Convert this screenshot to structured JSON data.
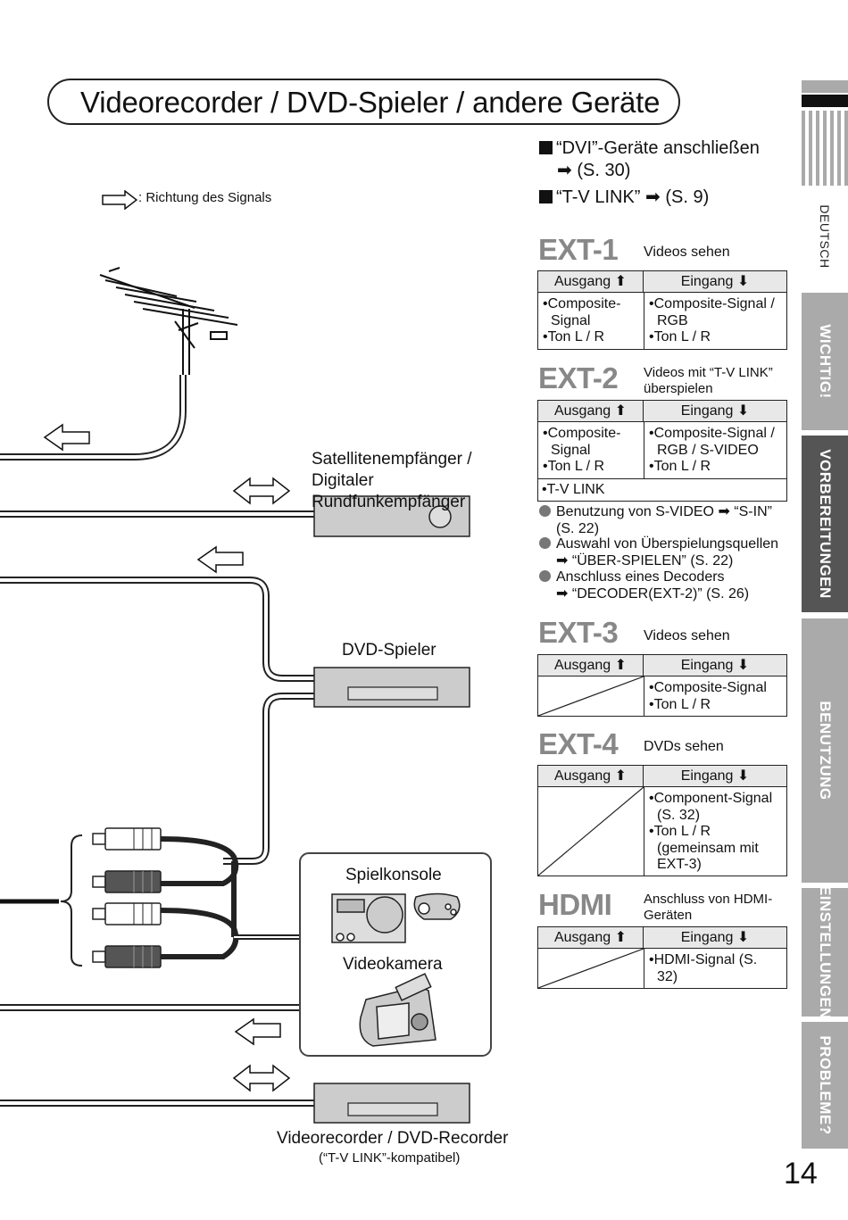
{
  "title": "Videorecorder / DVD-Spieler / andere Geräte",
  "signal_legend": ": Richtung des Signals",
  "refs": {
    "dvi_1": "“DVI”-Geräte anschließen",
    "dvi_2": "(S. 30)",
    "tvlink_1": "“T-V LINK”",
    "tvlink_2": "(S. 9)"
  },
  "devices": {
    "sat": "Satellitenempfänger / Digitaler Rundfunkempfänger",
    "dvd": "DVD-Spieler",
    "console": "Spielkonsole",
    "camera": "Videokamera",
    "recorder": "Videorecorder / DVD-Recorder",
    "recorder_note": "(“T-V LINK”-kompatibel)"
  },
  "table_headers": {
    "out": "Ausgang",
    "in": "Eingang"
  },
  "ext1": {
    "name": "EXT-1",
    "desc": "Videos sehen",
    "out": [
      "Composite-Signal",
      "Ton L / R"
    ],
    "in": [
      "Composite-Signal / RGB",
      "Ton L / R"
    ]
  },
  "ext2": {
    "name": "EXT-2",
    "desc": "Videos mit “T-V LINK” überspielen",
    "out": [
      "Composite-Signal",
      "Ton L / R"
    ],
    "in": [
      "Composite-Signal / RGB / S-VIDEO",
      "Ton L / R"
    ],
    "extra": "T-V LINK",
    "notes": [
      {
        "a": "Benutzung von S-VIDEO",
        "b": "“S-IN”",
        "c": "(S. 22)"
      },
      {
        "a": "Auswahl von Überspielungsquellen",
        "b": "“ÜBER-SPIELEN” (S. 22)"
      },
      {
        "a": "Anschluss eines Decoders",
        "b": "“DECODER(EXT-2)” (S. 26)"
      }
    ]
  },
  "ext3": {
    "name": "EXT-3",
    "desc": "Videos sehen",
    "in": [
      "Composite-Signal",
      "Ton L / R"
    ]
  },
  "ext4": {
    "name": "EXT-4",
    "desc": "DVDs sehen",
    "in": [
      "Component-Signal (S. 32)",
      "Ton L / R (gemeinsam mit EXT-3)"
    ]
  },
  "hdmi": {
    "name": "HDMI",
    "desc": "Anschluss von HDMI-Geräten",
    "in": [
      "HDMI-Signal (S. 32)"
    ]
  },
  "tabs": {
    "deutsch": "DEUTSCH",
    "wichtig": "WICHTIG!",
    "vorbereitungen": "VORBEREITUNGEN",
    "benutzung": "BENUTZUNG",
    "einstellungen": "EINSTELLUNGEN",
    "probleme": "PROBLEME?"
  },
  "page_number": "14",
  "colors": {
    "tab_light": "#aaaaaa",
    "tab_dark": "#555555",
    "ext_heading": "#888888",
    "header_fill": "#e8e8e8"
  }
}
